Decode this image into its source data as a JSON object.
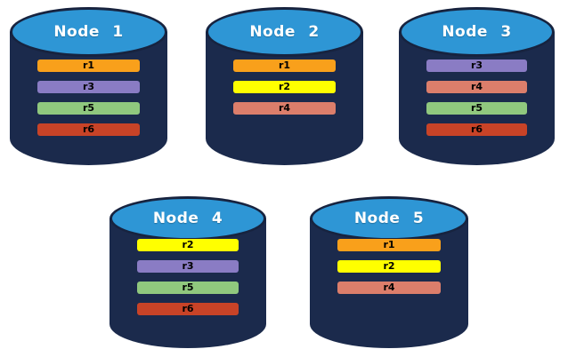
{
  "nodes": [
    {
      "title": "Node 1",
      "replicas": [
        {
          "label": "r1",
          "color": "#F9A01B"
        },
        {
          "label": "r3",
          "color": "#8A7CC4"
        },
        {
          "label": "r5",
          "color": "#90C87E"
        },
        {
          "label": "r6",
          "color": "#C84327"
        }
      ]
    },
    {
      "title": "Node 2",
      "replicas": [
        {
          "label": "r1",
          "color": "#F9A01B"
        },
        {
          "label": "r2",
          "color": "#FFFF00"
        },
        {
          "label": "r4",
          "color": "#DC7E6B"
        }
      ]
    },
    {
      "title": "Node 3",
      "replicas": [
        {
          "label": "r3",
          "color": "#8A7CC4"
        },
        {
          "label": "r4",
          "color": "#DC7E6B"
        },
        {
          "label": "r5",
          "color": "#90C87E"
        },
        {
          "label": "r6",
          "color": "#C84327"
        }
      ]
    },
    {
      "title": "Node 4",
      "replicas": [
        {
          "label": "r2",
          "color": "#FFFF00"
        },
        {
          "label": "r3",
          "color": "#8A7CC4"
        },
        {
          "label": "r5",
          "color": "#90C87E"
        },
        {
          "label": "r6",
          "color": "#C84327"
        }
      ]
    },
    {
      "title": "Node 5",
      "replicas": [
        {
          "label": "r1",
          "color": "#F9A01B"
        },
        {
          "label": "r2",
          "color": "#FFFF00"
        },
        {
          "label": "r4",
          "color": "#DC7E6B"
        }
      ]
    }
  ],
  "colors": {
    "cylinder_body": "#1B2A4C",
    "cylinder_top": "#2E96D5",
    "cylinder_stroke": "#17233F",
    "bar_text": "#000000",
    "background": "#FFFFFF"
  }
}
